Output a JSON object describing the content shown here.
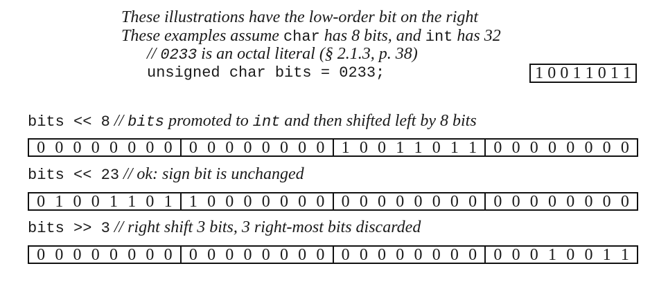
{
  "intro": {
    "line1": "These illustrations have the low-order bit on the right",
    "line2_a": "These examples assume ",
    "line2_char": "char",
    "line2_b": " has 8 bits, and ",
    "line2_int": "int",
    "line2_c": " has 32"
  },
  "declaration": {
    "comment_slashes": "//",
    "comment_literal": "0233",
    "comment_text": " is an octal literal (§ 2.1.3, p. 38)",
    "code": "unsigned char bits = 0233;",
    "byte_bits": [
      "1",
      "0",
      "0",
      "1",
      "1",
      "0",
      "1",
      "1"
    ]
  },
  "examples": [
    {
      "code": "bits << 8",
      "comment_slashes": "//",
      "comment_ident1": "bits",
      "comment_text1": " promoted to ",
      "comment_ident2": "int",
      "comment_text2": " and then shifted left by 8 bits",
      "bytes": [
        [
          "0",
          "0",
          "0",
          "0",
          "0",
          "0",
          "0",
          "0"
        ],
        [
          "0",
          "0",
          "0",
          "0",
          "0",
          "0",
          "0",
          "0"
        ],
        [
          "1",
          "0",
          "0",
          "1",
          "1",
          "0",
          "1",
          "1"
        ],
        [
          "0",
          "0",
          "0",
          "0",
          "0",
          "0",
          "0",
          "0"
        ]
      ]
    },
    {
      "code": "bits << 23",
      "comment_slashes": "//",
      "comment_text1": " ok: sign bit is unchanged",
      "bytes": [
        [
          "0",
          "1",
          "0",
          "0",
          "1",
          "1",
          "0",
          "1"
        ],
        [
          "1",
          "0",
          "0",
          "0",
          "0",
          "0",
          "0",
          "0"
        ],
        [
          "0",
          "0",
          "0",
          "0",
          "0",
          "0",
          "0",
          "0"
        ],
        [
          "0",
          "0",
          "0",
          "0",
          "0",
          "0",
          "0",
          "0"
        ]
      ]
    },
    {
      "code": "bits >> 3",
      "comment_slashes": "//",
      "comment_text1": " right shift 3 bits, 3 right-most bits discarded",
      "bytes": [
        [
          "0",
          "0",
          "0",
          "0",
          "0",
          "0",
          "0",
          "0"
        ],
        [
          "0",
          "0",
          "0",
          "0",
          "0",
          "0",
          "0",
          "0"
        ],
        [
          "0",
          "0",
          "0",
          "0",
          "0",
          "0",
          "0",
          "0"
        ],
        [
          "0",
          "0",
          "0",
          "1",
          "0",
          "0",
          "1",
          "1"
        ]
      ]
    }
  ]
}
